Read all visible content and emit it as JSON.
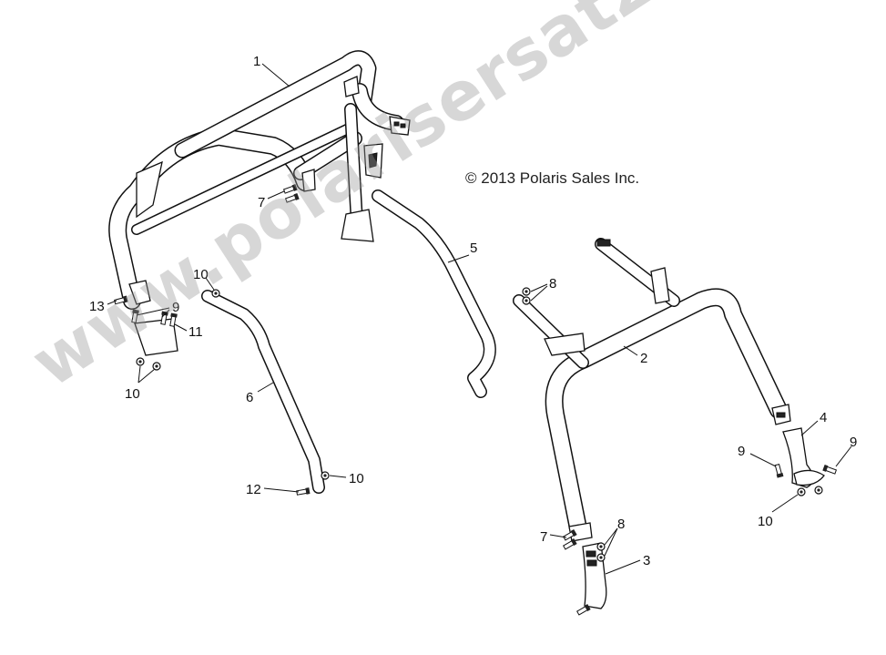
{
  "copyright": "© 2013 Polaris Sales Inc.",
  "watermark": "www.polarisersatzteile.de",
  "callouts": [
    {
      "id": "c1",
      "label": "1"
    },
    {
      "id": "c2",
      "label": "2"
    },
    {
      "id": "c3",
      "label": "3"
    },
    {
      "id": "c4",
      "label": "4"
    },
    {
      "id": "c5",
      "label": "5"
    },
    {
      "id": "c6",
      "label": "6"
    },
    {
      "id": "c7a",
      "label": "7"
    },
    {
      "id": "c7b",
      "label": "7"
    },
    {
      "id": "c8a",
      "label": "8"
    },
    {
      "id": "c8b",
      "label": "8"
    },
    {
      "id": "c9a",
      "label": "9"
    },
    {
      "id": "c9b",
      "label": "9"
    },
    {
      "id": "c9c",
      "label": "9"
    },
    {
      "id": "c10a",
      "label": "10"
    },
    {
      "id": "c10b",
      "label": "10"
    },
    {
      "id": "c10c",
      "label": "10"
    },
    {
      "id": "c10d",
      "label": "10"
    },
    {
      "id": "c11",
      "label": "11"
    },
    {
      "id": "c12",
      "label": "12"
    },
    {
      "id": "c13",
      "label": "13"
    }
  ]
}
